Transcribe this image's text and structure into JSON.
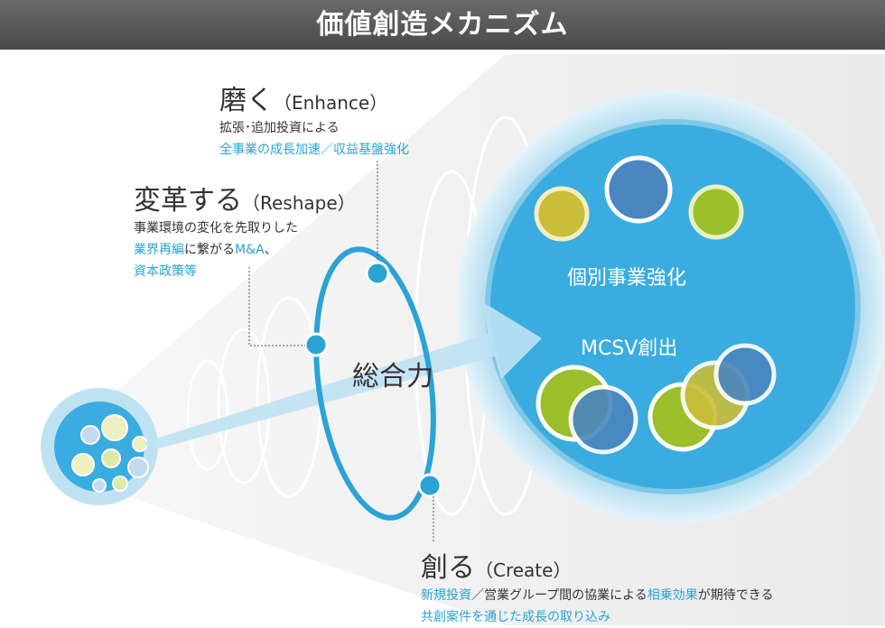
{
  "title": "価値創造メカニズム",
  "enhance": {
    "head": "磨く",
    "en": "（Enhance）",
    "line1": "拡張･追加投資による",
    "line2": "全事業の成長加速／収益基盤強化"
  },
  "reshape": {
    "head": "変革する",
    "en": "（Reshape）",
    "line1": "事業環境の変化を先取りした",
    "line2a": "業界再編",
    "line2b": "に繋がる",
    "line2c": "M&A",
    "line2d": "、",
    "line3": "資本政策等"
  },
  "create": {
    "head": "創る",
    "en": "（Create）",
    "line1a": "新規投資",
    "line1b": "／営業グループ間の協業による",
    "line1c": "相乗効果",
    "line1d": "が期待できる",
    "line2": "共創案件を通じた成長の取り込み"
  },
  "center_label": "総合力",
  "big_circle": {
    "label1": "個別事業強化",
    "label2": "MCSV創出"
  },
  "colors": {
    "blue": "#3aa8d8",
    "dark_blue": "#4a86bf",
    "green": "#9bbf2a",
    "yellow": "#c9bd3a"
  }
}
